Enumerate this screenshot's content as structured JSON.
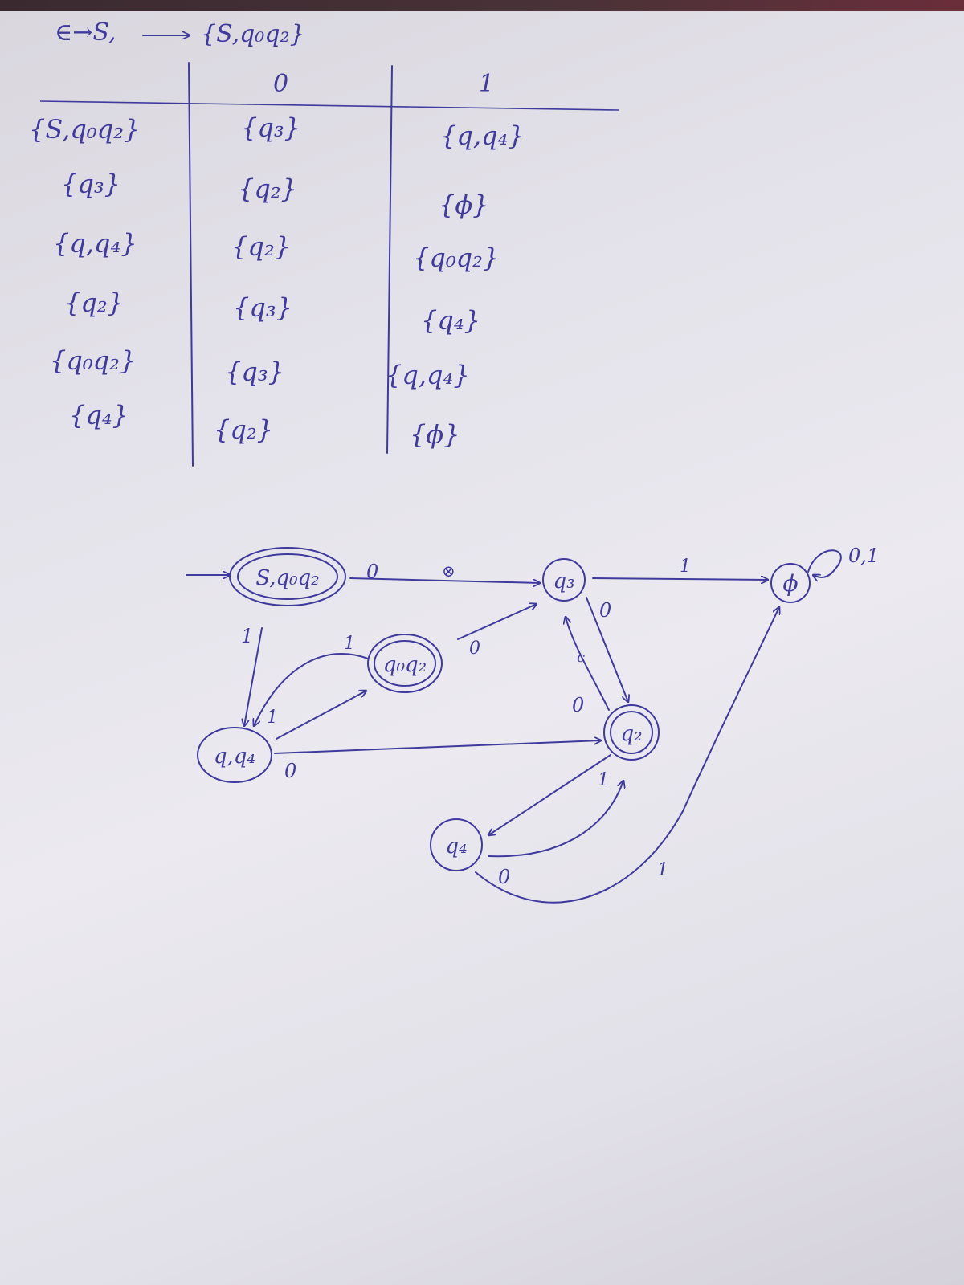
{
  "header": {
    "left": "∈→S,",
    "right": "{S,q₀q₂}"
  },
  "table": {
    "columns": [
      "0",
      "1"
    ],
    "rows": [
      {
        "state": "{S,q₀q₂}",
        "on0": "{q₃}",
        "on1": "{q,q₄}"
      },
      {
        "state": "{q₃}",
        "on0": "{q₂}",
        "on1": "{ϕ}"
      },
      {
        "state": "{q,q₄}",
        "on0": "{q₂}",
        "on1": "{q₀q₂}"
      },
      {
        "state": "{q₂}",
        "on0": "{q₃}",
        "on1": "{q₄}"
      },
      {
        "state": "{q₀q₂}",
        "on0": "{q₃}",
        "on1": "{q,q₄}"
      },
      {
        "state": "{q₄}",
        "on0": "{q₂}",
        "on1": "{ϕ}"
      }
    ]
  },
  "diagram": {
    "states": {
      "start": "S,q₀q₂",
      "q0q2": "q₀q₂",
      "q1q4": "q,q₄",
      "q3": "q₃",
      "q2": "q₂",
      "q4": "q₄",
      "phi": "ϕ"
    },
    "labels": {
      "start_q3": "0",
      "start_q3_mark": "⊗",
      "start_q1q4": "1",
      "q0q2_q3": "0",
      "q0q2_q1q4": "1",
      "q1q4_q0q2": "1",
      "q1q4_q2": "0",
      "q3_phi": "1",
      "q3_q2": "0",
      "q2_q3": "0",
      "q2_q3_mark": "c",
      "q2_q4": "1",
      "q4_q2": "0",
      "q4_phi": "1",
      "phi_loop": "0,1"
    }
  }
}
